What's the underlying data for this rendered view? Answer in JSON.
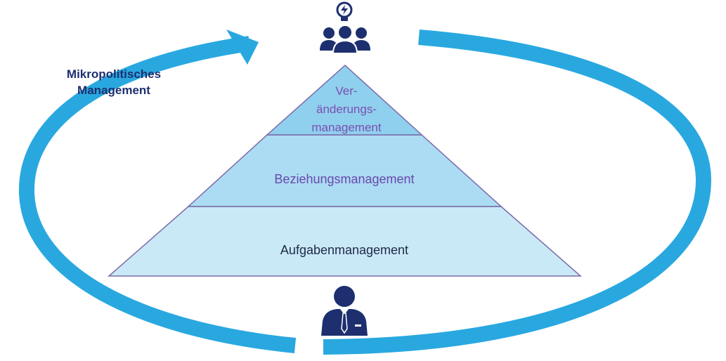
{
  "colors": {
    "arrow": "#29a8e0",
    "top_tier": "#8fd0ef",
    "middle_tier": "#abdcf3",
    "bottom_tier": "#c9e9f7",
    "tier_border": "#7b6aa8",
    "top_text": "#7c4fb0",
    "middle_text": "#6a48ad",
    "bottom_text": "#222b45",
    "icon": "#1d2f6f",
    "side_label": "#1d2f6f"
  },
  "side_label": {
    "line1": "Mikropolitisches",
    "line2": "Management"
  },
  "pyramid": {
    "top": {
      "line1": "Ver-",
      "line2": "änderungs-",
      "line3": "management"
    },
    "middle": {
      "label": "Beziehungsmanagement"
    },
    "bottom": {
      "label": "Aufgabenmanagement"
    }
  },
  "icons": {
    "top": "team-with-idea-bulb-icon",
    "bottom": "manager-person-icon"
  }
}
